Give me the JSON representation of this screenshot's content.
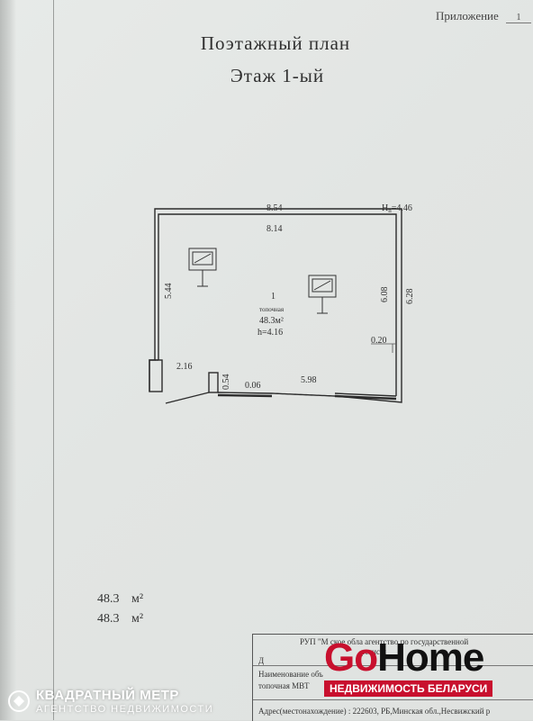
{
  "header": {
    "appendix_label": "Приложение",
    "appendix_number": "1"
  },
  "title": {
    "line1": "Поэтажный план",
    "line2": "Этаж 1-ый"
  },
  "plan": {
    "dimensions": {
      "outer_width": "8.54",
      "inner_width": "8.14",
      "height_label_prefix": "H",
      "height_label_sub": "n",
      "height_label_value": "=4.46",
      "left_length": "5.44",
      "right_inner": "6.08",
      "right_outer": "6.28",
      "wall_thickness": "0.20",
      "opening_left": "2.16",
      "column_height": "0.54",
      "gap": "0.06",
      "bottom_length": "5.98"
    },
    "room": {
      "number": "1",
      "name": "топочная",
      "area": "48.3м²",
      "height": "h=4.16"
    }
  },
  "totals": {
    "line1_value": "48.3",
    "line1_unit": "м²",
    "line2_value": "48.3",
    "line2_unit": "м²"
  },
  "stamp": {
    "row1": "РУП \"М     ское обла       агентство по государственной",
    "row1b": "регис          и",
    "row2": "Д",
    "row3": "Наименование объ",
    "row4": "топочная МВТ",
    "row5": "Адрес(местонахождение) : 222603, РБ,Минская обл.,Несвижский р"
  },
  "watermarks": {
    "kvm_main": "КВАДРАТНЫЙ МЕТР",
    "kvm_sub": "АГЕНТСТВО НЕДВИЖИМОСТИ",
    "gohome_go": "Go",
    "gohome_home": "Home",
    "gohome_tag": "НЕДВИЖИМОСТЬ БЕЛАРУСИ"
  },
  "colors": {
    "paper": "#e3e6e4",
    "ink": "#2f2f2f",
    "gohome_red": "#c8102e",
    "gohome_black": "#111111"
  }
}
